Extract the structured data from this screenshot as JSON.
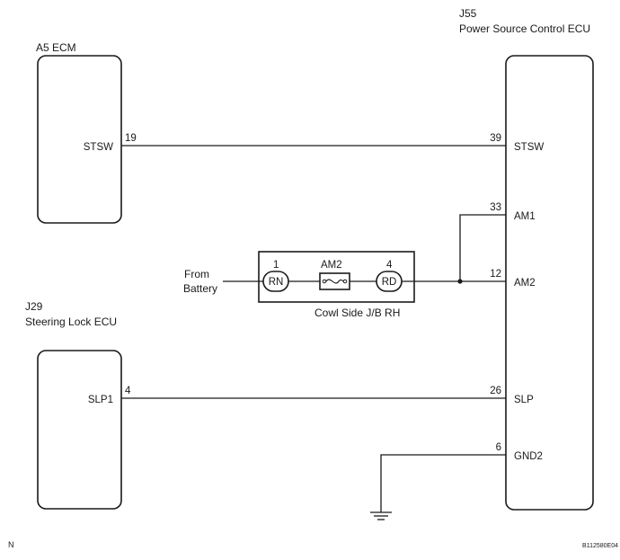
{
  "components": {
    "ecm": {
      "id": "A5",
      "name": "ECM",
      "title": "A5 ECM"
    },
    "power_ecu": {
      "id": "J55",
      "name": "Power Source Control ECU"
    },
    "steering_ecu": {
      "id": "J29",
      "name": "Steering Lock ECU"
    },
    "junction_block": {
      "name": "Cowl Side J/B RH"
    },
    "fuse": {
      "name": "AM2"
    }
  },
  "terminals": {
    "ecm_stsw": {
      "label": "STSW",
      "pin": "19"
    },
    "pwr_stsw": {
      "label": "STSW",
      "pin": "39"
    },
    "pwr_am1": {
      "label": "AM1",
      "pin": "33"
    },
    "pwr_am2": {
      "label": "AM2",
      "pin": "12"
    },
    "pwr_slp": {
      "label": "SLP",
      "pin": "26"
    },
    "pwr_gnd2": {
      "label": "GND2",
      "pin": "6"
    },
    "steer_slp1": {
      "label": "SLP1",
      "pin": "4"
    },
    "jb_rn": {
      "label": "RN",
      "pin": "1"
    },
    "jb_rd": {
      "label": "RD",
      "pin": "4"
    }
  },
  "battery": {
    "line1": "From",
    "line2": "Battery"
  },
  "footer": {
    "left": "N",
    "code": "B112580E04"
  }
}
